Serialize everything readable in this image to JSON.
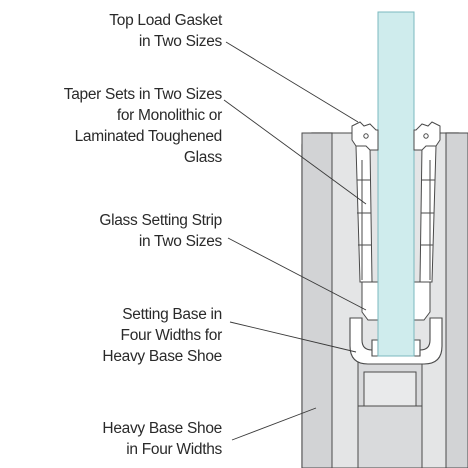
{
  "callouts": [
    {
      "id": "top-load-gasket",
      "lines": [
        "Top Load Gasket",
        "in Two Sizes"
      ]
    },
    {
      "id": "taper-sets",
      "lines": [
        "Taper Sets in Two Sizes",
        "for Monolithic or",
        "Laminated Toughened",
        "Glass"
      ]
    },
    {
      "id": "glass-setting-strip",
      "lines": [
        "Glass Setting Strip",
        "in Two Sizes"
      ]
    },
    {
      "id": "setting-base",
      "lines": [
        "Setting Base in",
        "Four Widths for",
        "Heavy Base Shoe"
      ]
    },
    {
      "id": "heavy-base-shoe",
      "lines": [
        "Heavy Base Shoe",
        "in Four Widths"
      ]
    }
  ],
  "colors": {
    "glass": "#cfeced",
    "glass_edge": "#7bb9bf",
    "shoe": "#d2d3d5",
    "shoe_light": "#ececed",
    "line": "#3a3a3a",
    "text": "#2a2a2a"
  }
}
